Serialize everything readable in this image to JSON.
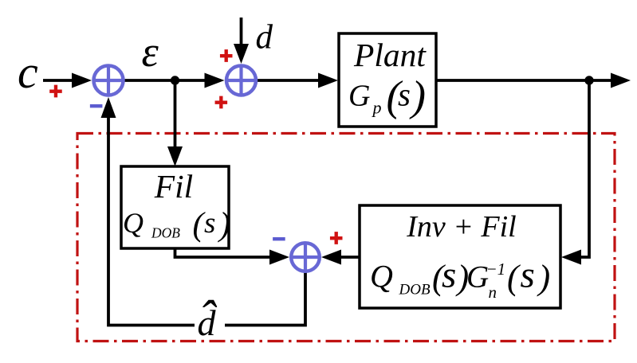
{
  "colors": {
    "wire": "#000000",
    "junction_blue": "#6868d5",
    "sign_plus_red": "#d01212",
    "sign_minus_blue": "#5c5cd0",
    "observer_box_red": "#c01212",
    "background": "#ffffff"
  },
  "signals": {
    "command": "c",
    "error": "ε",
    "disturbance": "d",
    "disturbance_estimate_base": "d",
    "disturbance_estimate_hat": "ˆ"
  },
  "signs": {
    "command_plus": "+",
    "feedback_minus": "−",
    "disturbance_plus_top": "+",
    "disturbance_plus_left": "+",
    "estimator_minus": "−",
    "estimator_plus": "+"
  },
  "blocks": {
    "plant": {
      "title": "Plant",
      "tf": {
        "sym": "G",
        "sub": "p",
        "open": "(",
        "arg": "s",
        "close": ")"
      }
    },
    "filter": {
      "title": "Fil",
      "tf": {
        "sym": "Q",
        "sub": "DOB",
        "open": "(",
        "arg": "s",
        "close": ")"
      }
    },
    "inverse_filter": {
      "title": "Inv + Fil",
      "tf": {
        "q": "Q",
        "qsub": "DOB",
        "qopen": "(",
        "qarg": "s",
        "qclose": ")",
        "g": "G",
        "gsub": "n",
        "gsup": "−1",
        "gopen": "(",
        "garg": "s",
        "gclose": ")"
      }
    }
  }
}
